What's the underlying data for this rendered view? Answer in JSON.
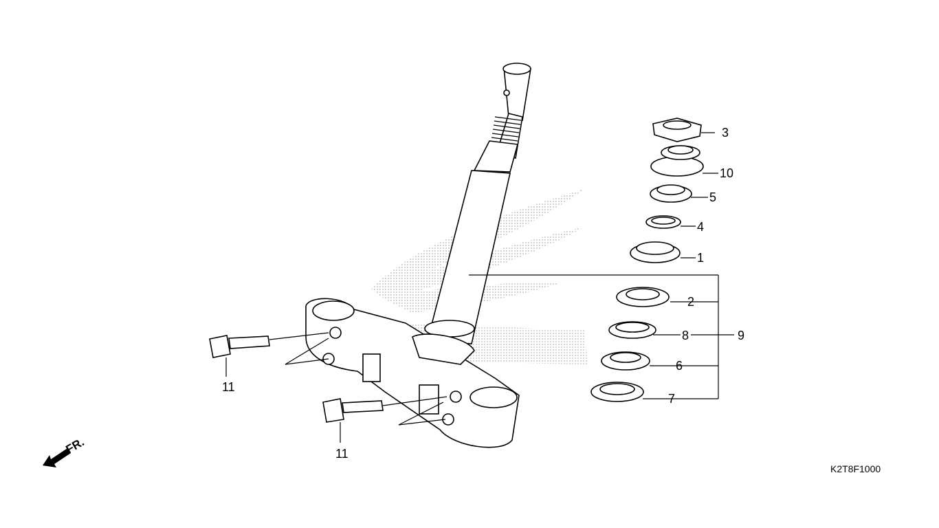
{
  "callouts": [
    "1",
    "2",
    "3",
    "4",
    "5",
    "6",
    "7",
    "8",
    "9",
    "10",
    "11",
    "11"
  ],
  "direction_label": "FR.",
  "diagram_code": "K2T8F1000",
  "colors": {
    "line": "#000000",
    "background": "#ffffff",
    "watermark": "#9a9a9a"
  }
}
